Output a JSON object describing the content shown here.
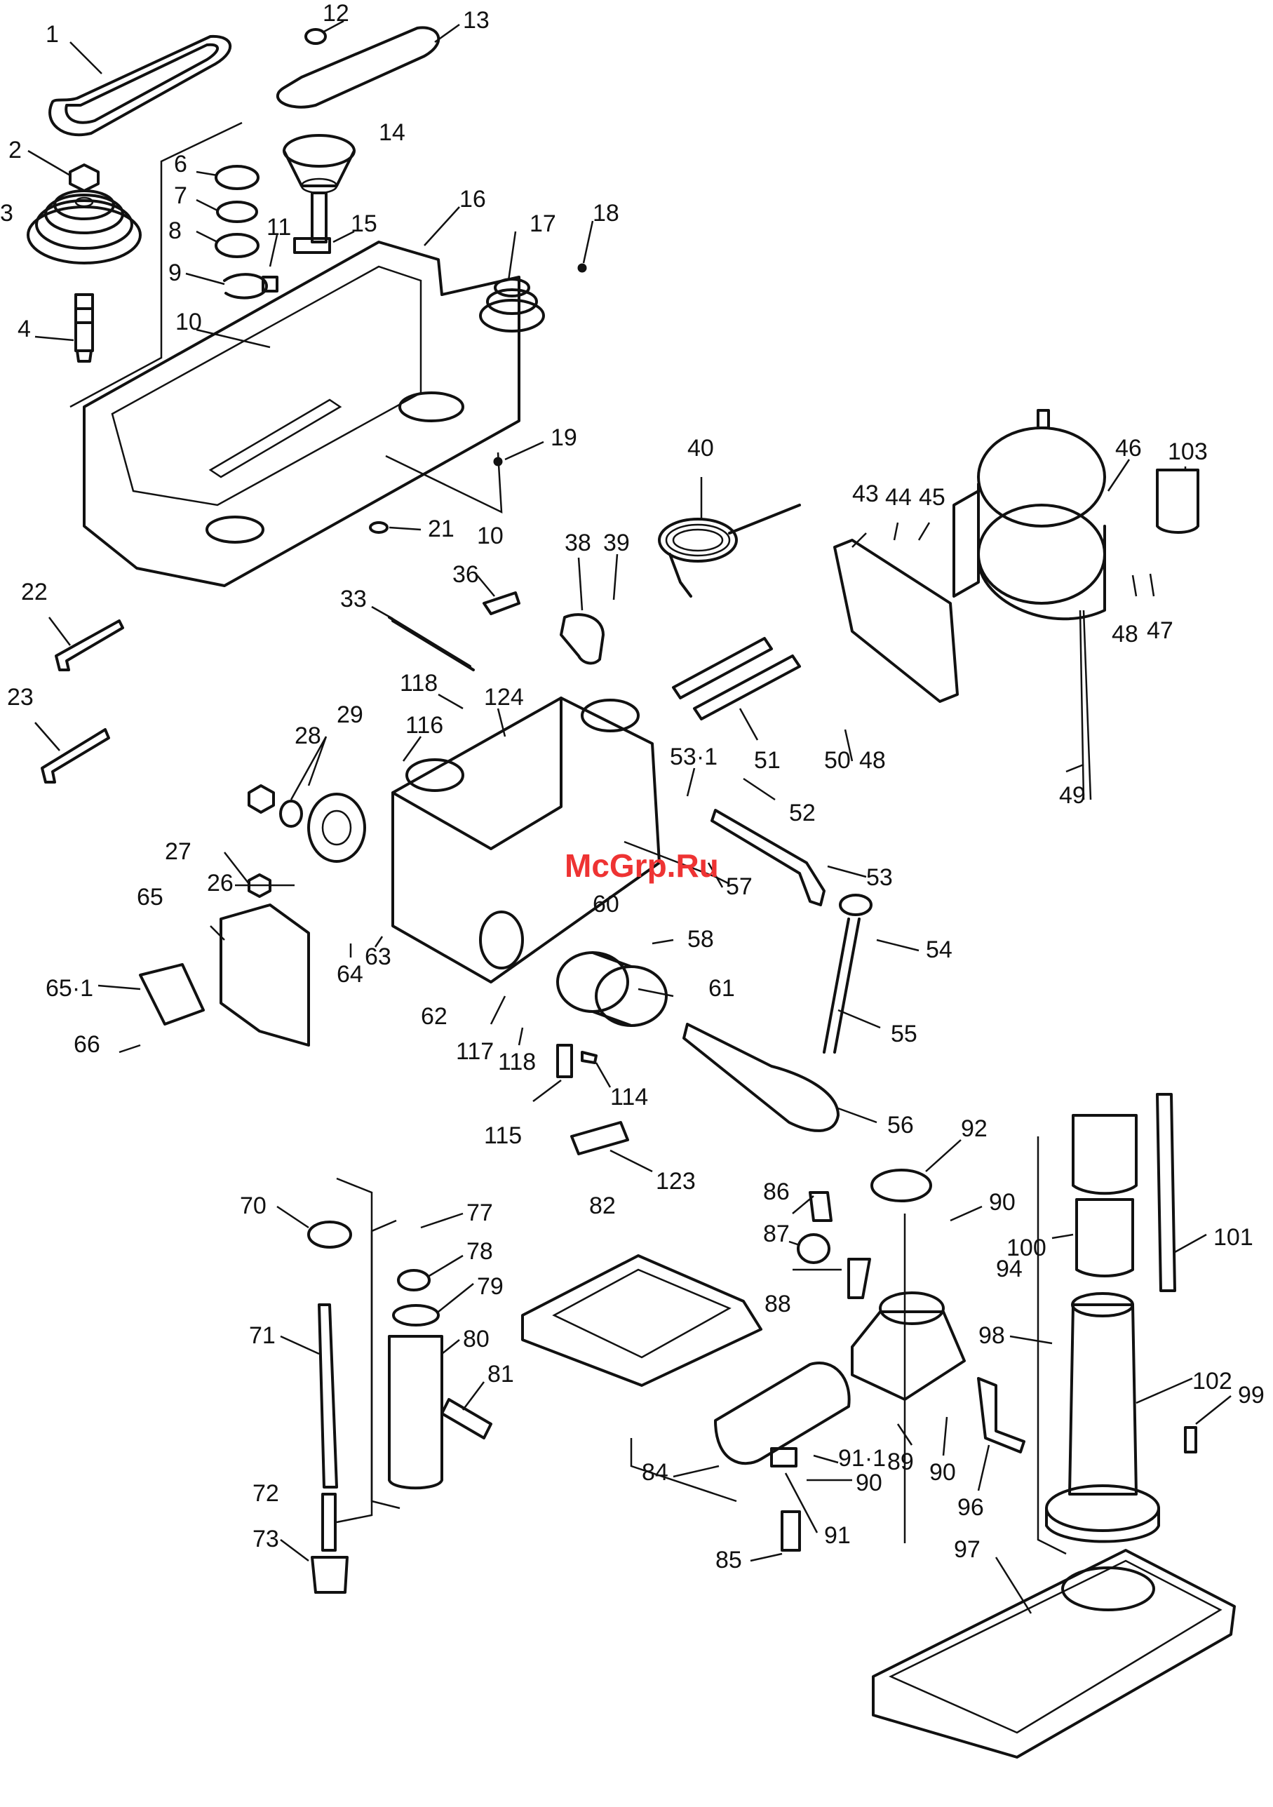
{
  "watermark": "McGrp.Ru",
  "callouts": [
    "1",
    "2",
    "3",
    "4",
    "6",
    "7",
    "8",
    "9",
    "10",
    "11",
    "12",
    "13",
    "14",
    "15",
    "16",
    "17",
    "18",
    "19",
    "21",
    "10",
    "22",
    "23",
    "33",
    "36",
    "38",
    "39",
    "40",
    "43",
    "44",
    "45",
    "46",
    "103",
    "48",
    "47",
    "49",
    "118",
    "124",
    "29",
    "28",
    "116",
    "27",
    "26",
    "65",
    "65·1",
    "64",
    "63",
    "66",
    "53·1",
    "52",
    "51",
    "50",
    "48",
    "53",
    "57",
    "60",
    "58",
    "54",
    "61",
    "55",
    "62",
    "117",
    "118",
    "115",
    "114",
    "56",
    "123",
    "82",
    "92",
    "90",
    "86",
    "87",
    "100",
    "101",
    "94",
    "88",
    "98",
    "89",
    "90",
    "96",
    "102",
    "99",
    "91·1",
    "90",
    "84",
    "91",
    "85",
    "97",
    "70",
    "77",
    "78",
    "79",
    "71",
    "80",
    "81",
    "72",
    "73"
  ],
  "colors": {
    "line": "#111111",
    "background": "#ffffff",
    "watermark": "#e33333"
  }
}
